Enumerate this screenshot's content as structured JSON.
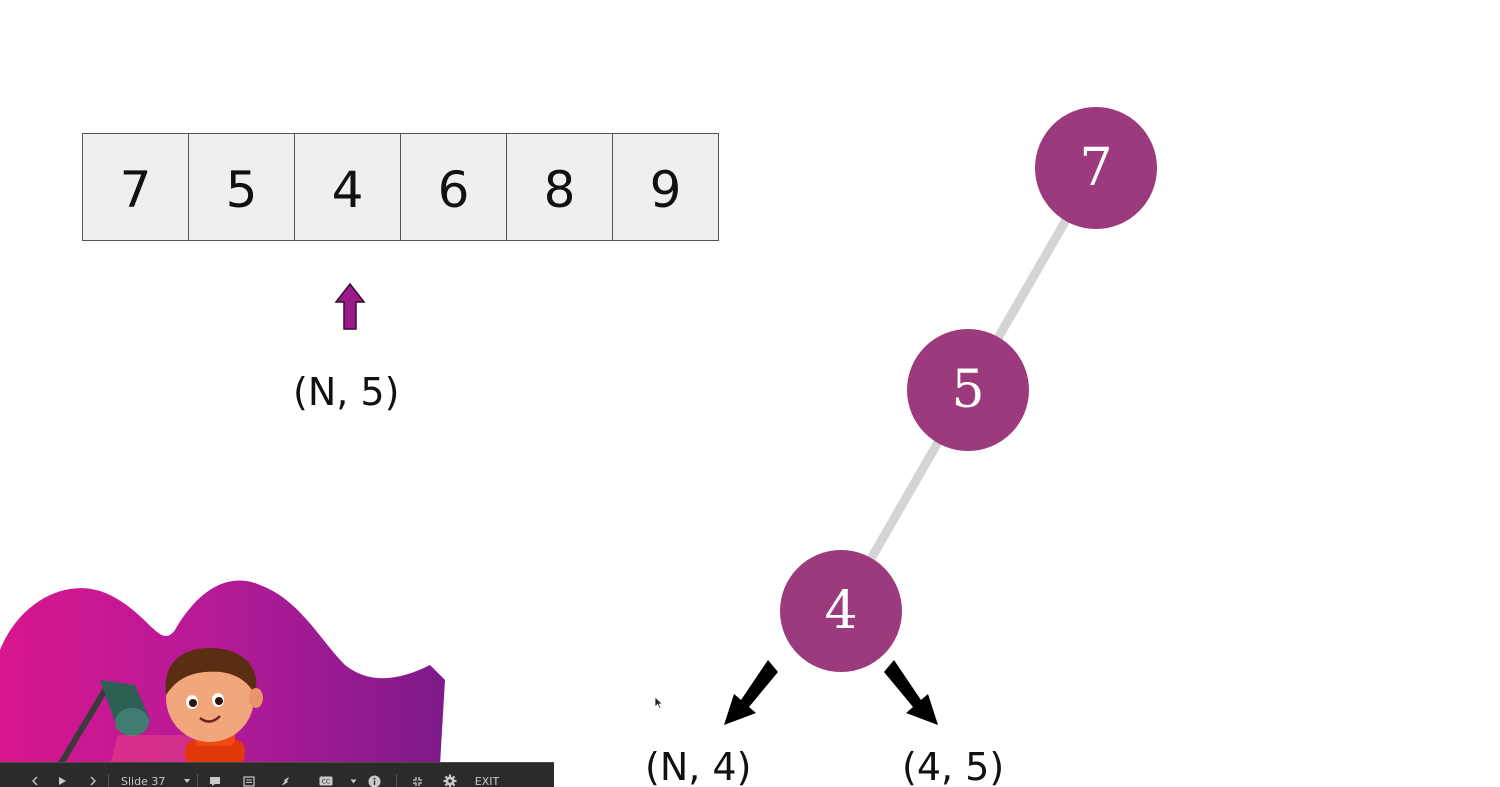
{
  "array": {
    "cells": [
      "7",
      "5",
      "4",
      "6",
      "8",
      "9"
    ],
    "pointer_index": 2,
    "pointer_color": "#9b1a8a"
  },
  "labels": {
    "array_pair": "(N, 5)",
    "left_pair": "(N, 4)",
    "right_pair": "(4, 5)"
  },
  "tree": {
    "node_color": "#9b3a7d",
    "edge_color": "#d4d4d4",
    "nodes": [
      {
        "label": "7"
      },
      {
        "label": "5"
      },
      {
        "label": "4"
      }
    ]
  },
  "toolbar": {
    "prev_icon": "chevron-left-icon",
    "play_icon": "play-icon",
    "next_icon": "chevron-right-icon",
    "slide_label": "Slide 37",
    "exit_label": "EXIT"
  }
}
